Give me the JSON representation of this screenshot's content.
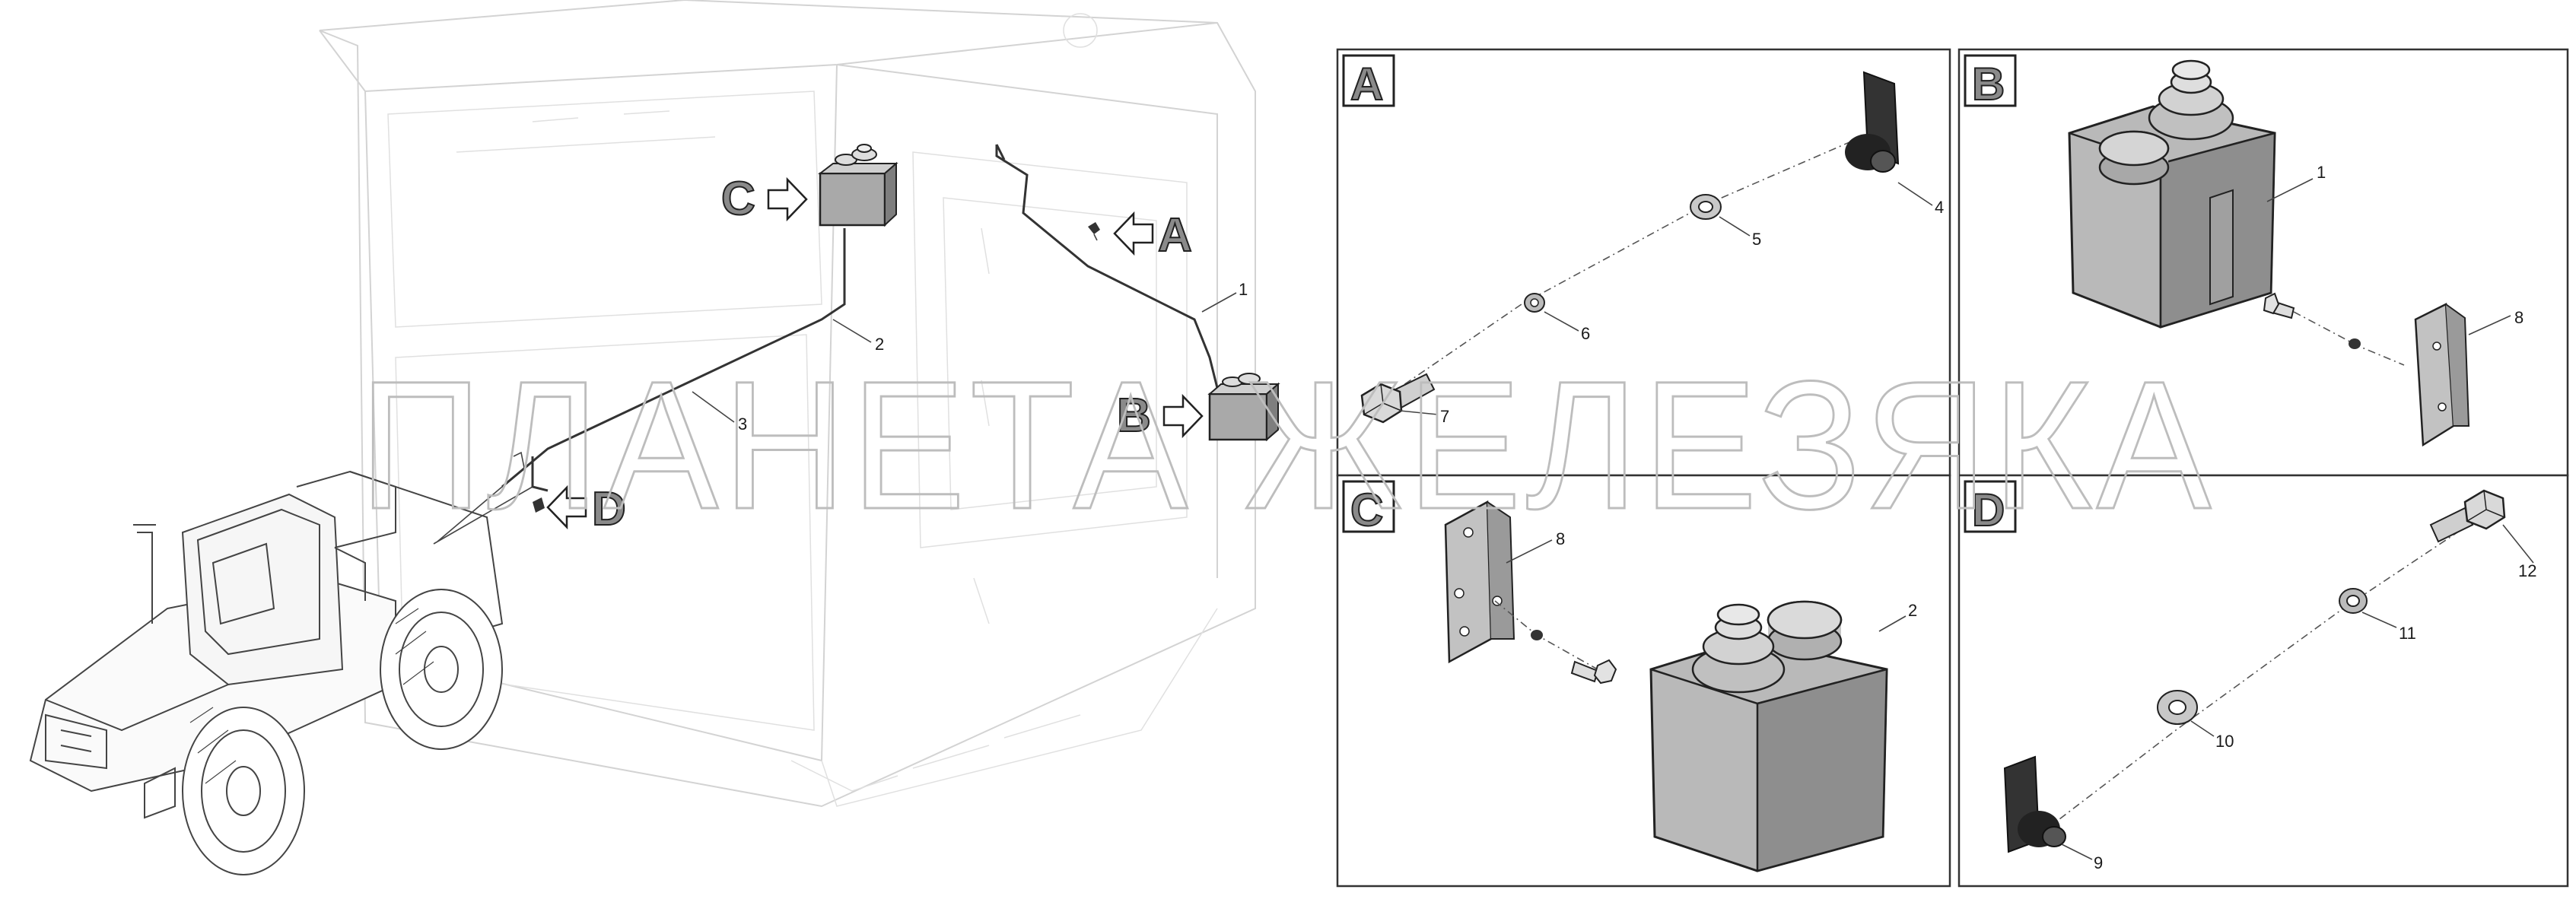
{
  "watermark": "ПЛАНЕТА ЖЕЛЕЗЯКА",
  "callouts": {
    "A": "A",
    "B": "B",
    "C": "C",
    "D": "D"
  },
  "main_labels": [
    "1",
    "2",
    "3"
  ],
  "panel_a": {
    "letter": "A",
    "labels": [
      "4",
      "5",
      "6",
      "7"
    ]
  },
  "panel_b": {
    "letter": "B",
    "labels": [
      "1",
      "8"
    ]
  },
  "panel_c": {
    "letter": "C",
    "labels": [
      "8",
      "2"
    ]
  },
  "panel_d": {
    "letter": "D",
    "labels": [
      "12",
      "11",
      "10",
      "9"
    ]
  },
  "icons": {
    "callout_arrow": "hollow-arrow-icon",
    "reservoir": "washer-reservoir-icon",
    "bracket": "mounting-bracket-icon",
    "bolt": "bolt-icon",
    "washer": "washer-icon",
    "tractor": "tractor-icon"
  },
  "colors": {
    "line": "#333333",
    "ghost": "#d3d3d3",
    "tank_gray": "#b9b9b9",
    "tank_shadow": "#8e8e8e",
    "letter_fill": "#8a8a8a"
  }
}
